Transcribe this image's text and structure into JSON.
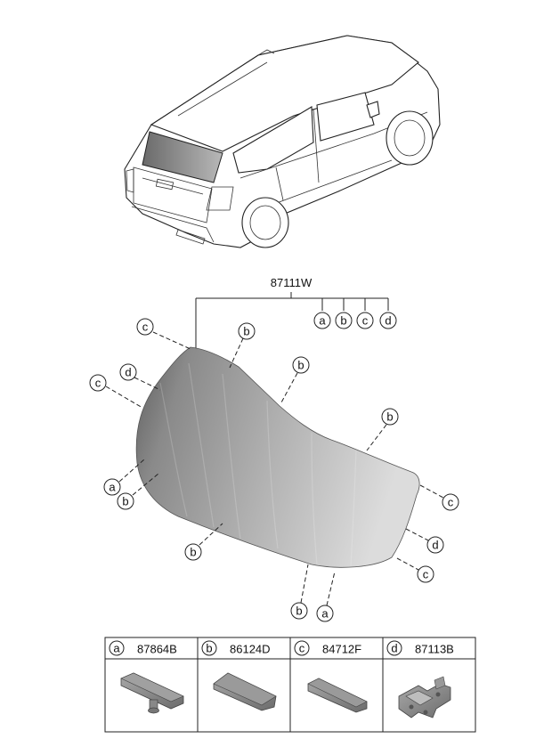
{
  "main_part": {
    "number": "87111W",
    "sub_refs": [
      "a",
      "b",
      "c",
      "d"
    ]
  },
  "callouts": [
    {
      "letter": "c"
    },
    {
      "letter": "b"
    },
    {
      "letter": "d"
    },
    {
      "letter": "c"
    },
    {
      "letter": "b"
    },
    {
      "letter": "b"
    },
    {
      "letter": "a"
    },
    {
      "letter": "b"
    },
    {
      "letter": "c"
    },
    {
      "letter": "d"
    },
    {
      "letter": "b"
    },
    {
      "letter": "c"
    },
    {
      "letter": "b"
    },
    {
      "letter": "a"
    }
  ],
  "parts_table": [
    {
      "letter": "a",
      "number": "87864B"
    },
    {
      "letter": "b",
      "number": "86124D"
    },
    {
      "letter": "c",
      "number": "84712F"
    },
    {
      "letter": "d",
      "number": "87113B"
    }
  ]
}
